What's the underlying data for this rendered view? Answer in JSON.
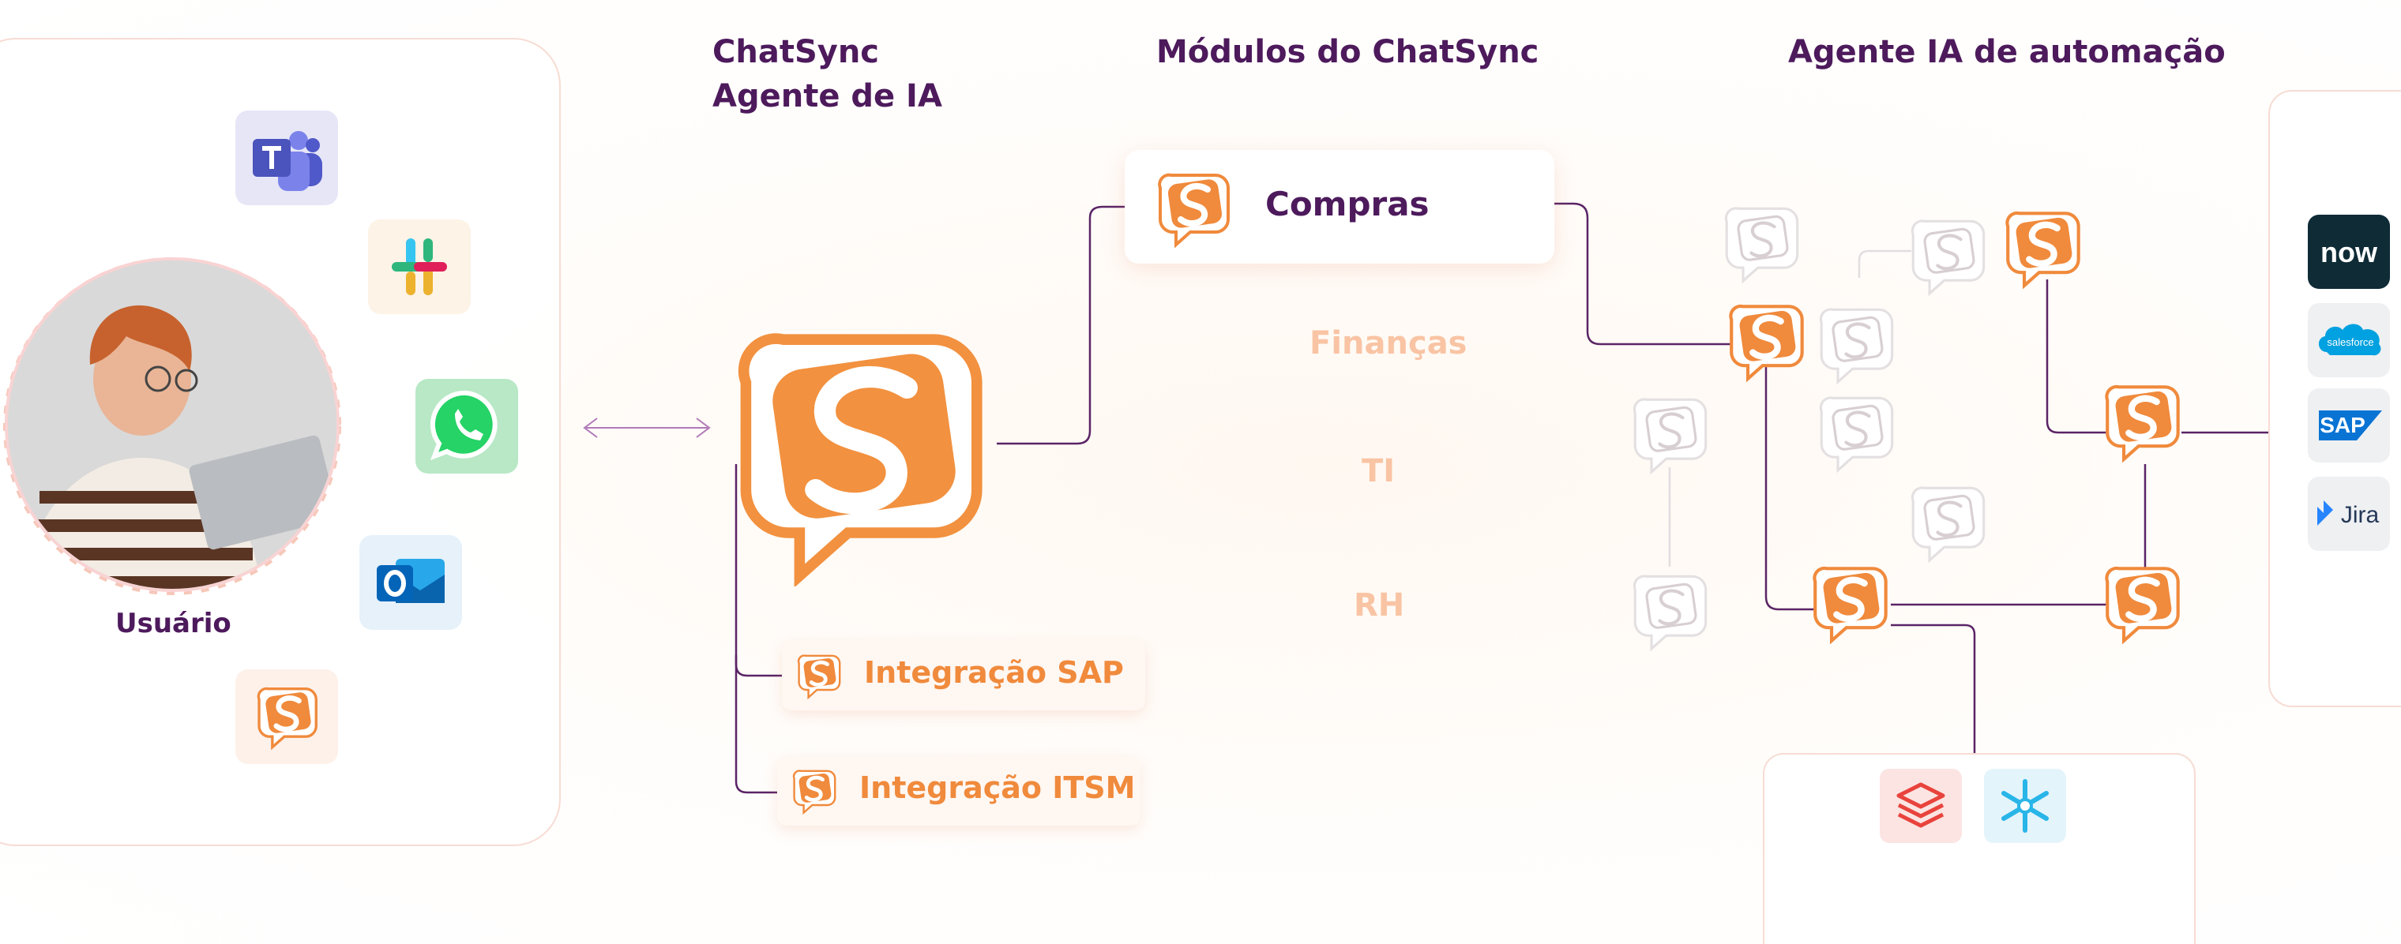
{
  "headings": {
    "agent_line1": "ChatSync",
    "agent_line2": "Agente de IA",
    "modules": "Módulos do ChatSync",
    "automation": "Agente IA de automação"
  },
  "user": {
    "label": "Usuário"
  },
  "channels": [
    "microsoft-teams-icon",
    "slack-icon",
    "whatsapp-icon",
    "outlook-icon",
    "chatsync-icon"
  ],
  "modules": {
    "active": "Compras",
    "inactive": [
      "Finanças",
      "TI",
      "RH"
    ]
  },
  "integrations": [
    "Integração SAP",
    "Integração ITSM"
  ],
  "external_systems": {
    "now_text": "now",
    "salesforce_text": "salesforce",
    "sap_text": "SAP",
    "jira_text": "Jira"
  },
  "data_sources": [
    "databricks-icon",
    "snowflake-icon"
  ],
  "colors": {
    "brand_orange": "#f08a3c",
    "brand_purple": "#4d1a5c",
    "faded_orange": "#f9c4a4",
    "connector": "#5a2466"
  }
}
